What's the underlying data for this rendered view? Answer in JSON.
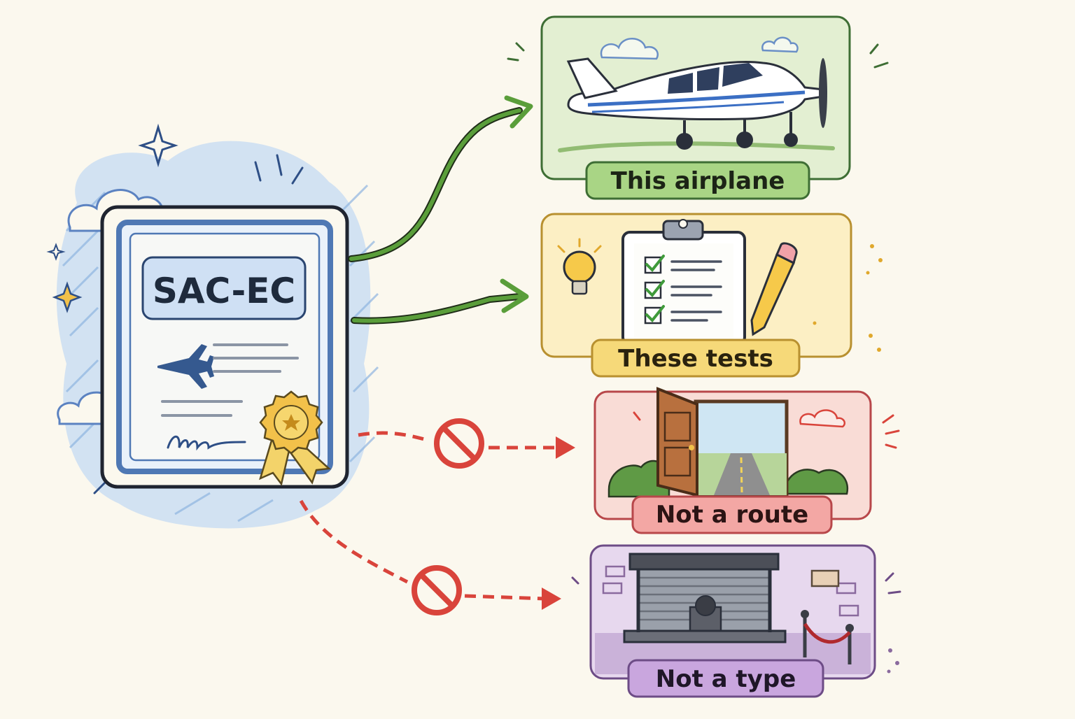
{
  "certificate": {
    "title": "SAC-EC"
  },
  "panels": [
    {
      "id": "airplane",
      "label": "This airplane",
      "bg": "#e3efd2",
      "border": "#3e6e34",
      "tag_bg": "#a9d585",
      "status": "allowed"
    },
    {
      "id": "tests",
      "label": "These tests",
      "bg": "#fcefc4",
      "border": "#b8902f",
      "tag_bg": "#f6d979",
      "status": "allowed"
    },
    {
      "id": "route",
      "label": "Not a route",
      "bg": "#f9dcd6",
      "border": "#b8474a",
      "tag_bg": "#f3a7a4",
      "status": "excluded"
    },
    {
      "id": "type",
      "label": "Not a type",
      "bg": "#e7d8ee",
      "border": "#6d4c86",
      "tag_bg": "#c9a6de",
      "status": "excluded"
    }
  ],
  "colors": {
    "allowed_arrow": "#5a9e3a",
    "excluded_arrow": "#d9443b",
    "certificate_blue": "#4f78b4",
    "seal_gold": "#f2c14a"
  }
}
